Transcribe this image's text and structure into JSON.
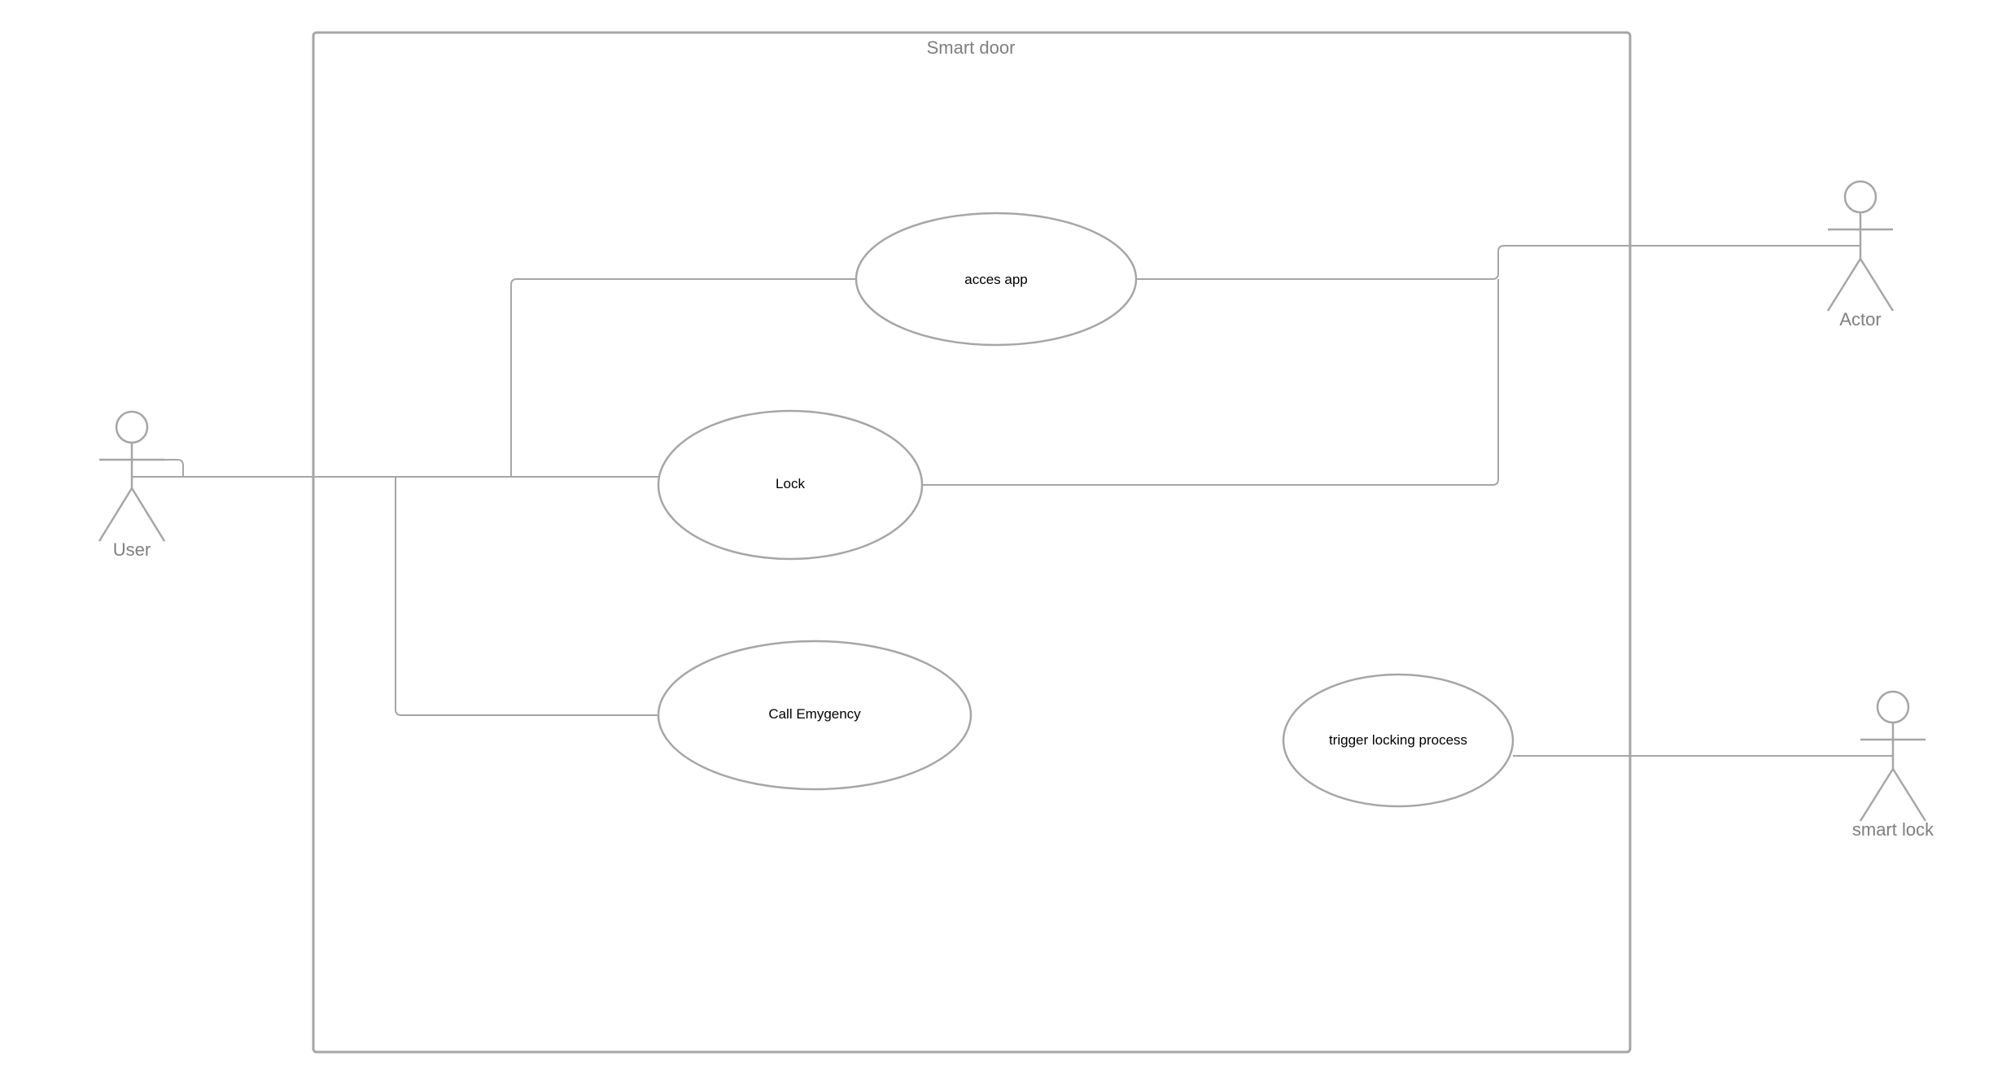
{
  "diagram": {
    "type": "uml-use-case",
    "system": {
      "title": "Smart door"
    },
    "actors": {
      "user": {
        "label": "User"
      },
      "actor": {
        "label": "Actor"
      },
      "smart_lock": {
        "label": "smart lock"
      }
    },
    "use_cases": {
      "acces_app": {
        "label": "acces app"
      },
      "lock": {
        "label": "Lock"
      },
      "call_emergency": {
        "label": "Call Emygency"
      },
      "trigger_locking": {
        "label": "trigger locking process"
      }
    },
    "associations": [
      {
        "from": "User",
        "to": "acces app"
      },
      {
        "from": "User",
        "to": "Lock"
      },
      {
        "from": "User",
        "to": "Call Emygency"
      },
      {
        "from": "Actor",
        "to": "acces app"
      },
      {
        "from": "Actor",
        "to": "Lock"
      },
      {
        "from": "smart lock",
        "to": "trigger locking process"
      }
    ],
    "colors": {
      "stroke": "#a6a6a6",
      "actor_text": "#7f7f7f",
      "usecase_text": "#000000",
      "background": "#ffffff"
    }
  }
}
